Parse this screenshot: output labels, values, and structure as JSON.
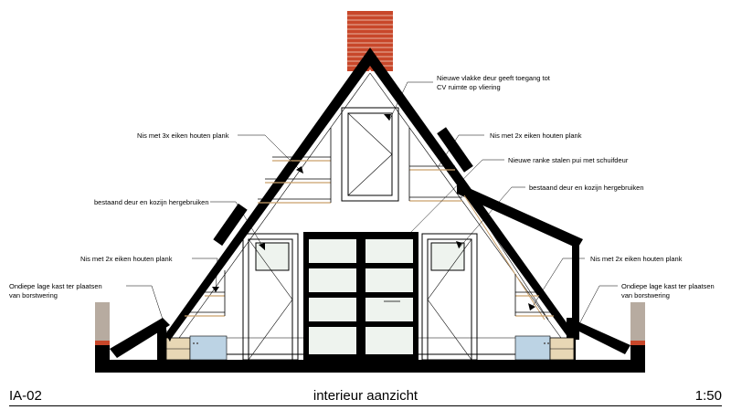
{
  "drawing": {
    "code": "IA-02",
    "title": "interieur aanzicht",
    "scale": "1:50"
  },
  "annotations": {
    "door_attic": "Nieuwe vlakke deur geeft toegang tot",
    "door_attic_2": "CV ruimte op vliering",
    "niche_left_top": "Nis met 3x eiken houten plank",
    "niche_right_top": "Nis met 2x eiken houten plank",
    "steel_frame": "Nieuwe ranke stalen pui met schuifdeur",
    "existing_door_right": "bestaand deur en kozijn hergebruiken",
    "existing_door_left": "bestaand deur en kozijn hergebruiken",
    "niche_left_low": "Nis met 2x eiken houten plank",
    "niche_right_low": "Nis met 2x eiken houten plank",
    "cabinet_left": "Ondiepe lage kast ter plaatsen",
    "cabinet_left_2": "van borstwering",
    "cabinet_right": "Ondiepe lage kast ter plaatsen",
    "cabinet_right_2": "van borstwering"
  },
  "colors": {
    "chimney": "#c8472a",
    "wall": "#000000",
    "cabinet_blue": "#bcd3e4",
    "cabinet_wood": "#e8d7b5",
    "shelf": "#c9a06a",
    "pillar": "#b7aba0"
  }
}
